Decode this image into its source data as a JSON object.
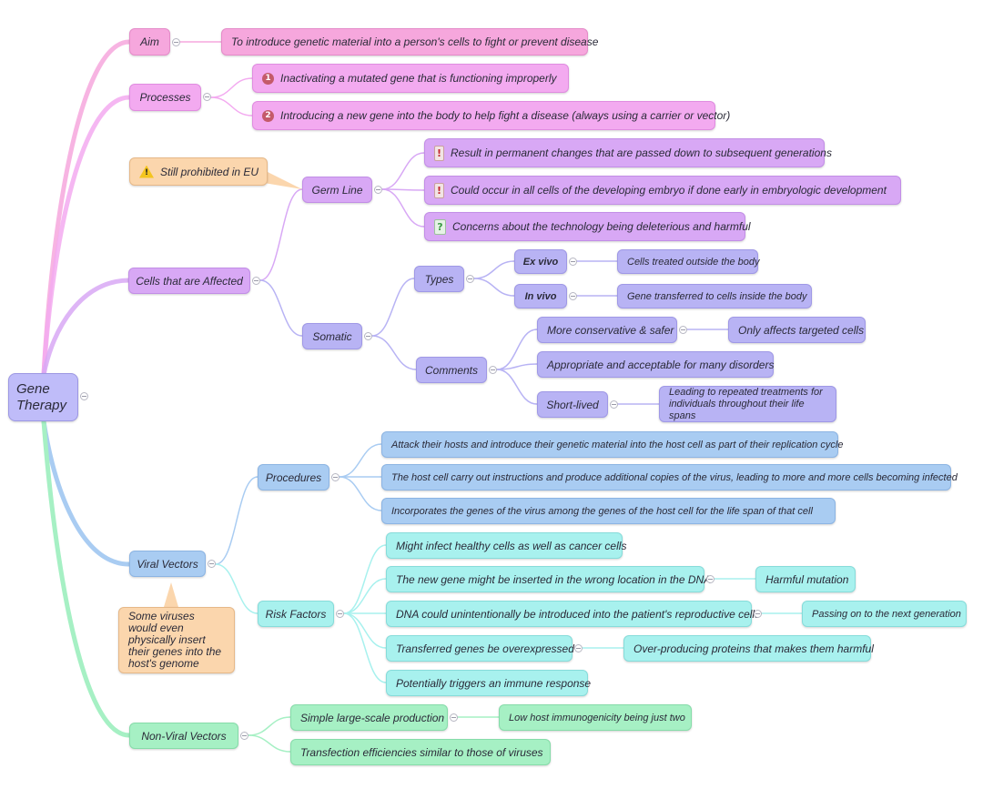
{
  "colors": {
    "pink": "#f6a7dd",
    "magenta": "#f3aaf0",
    "violet": "#d8a8f5",
    "indigo": "#b8b3f4",
    "blue": "#a9ccf2",
    "cyan": "#a8f1ee",
    "green": "#a6f0c4",
    "orange": "#fbd6ad"
  },
  "central": "Gene Therapy",
  "aim": {
    "label": "Aim",
    "text": "To introduce genetic material into a person's cells to fight or prevent disease"
  },
  "processes": {
    "label": "Processes",
    "items": [
      {
        "marker": "1",
        "text": "Inactivating a mutated gene that is functioning improperly"
      },
      {
        "marker": "2",
        "text": "Introducing a new gene into the body to help fight a disease (always using a carrier or vector)"
      }
    ]
  },
  "cells": {
    "label": "Cells that are Affected",
    "germ_line": {
      "label": "Germ Line",
      "warning_icon": "warning-icon",
      "warning": "Still prohibited in EU",
      "notes": [
        {
          "icon": "exclamation-icon",
          "text": "Result in permanent changes that are passed down to subsequent generations"
        },
        {
          "icon": "exclamation-icon",
          "text": "Could occur in all cells of the developing embryo if done early in embryologic development"
        },
        {
          "icon": "question-icon",
          "text": "Concerns about the technology being deleterious and harmful"
        }
      ]
    },
    "somatic": {
      "label": "Somatic",
      "types": {
        "label": "Types",
        "ex_vivo": {
          "label": "Ex vivo",
          "detail": "Cells treated outside the body"
        },
        "in_vivo": {
          "label": "In vivo",
          "detail": "Gene transferred to cells inside the body"
        }
      },
      "comments": {
        "label": "Comments",
        "conservative": {
          "label": "More conservative & safer",
          "detail": "Only affects targeted cells"
        },
        "appropriate": "Appropriate and acceptable for many disorders",
        "short_lived": {
          "label": "Short-lived",
          "detail": "Leading to repeated treatments for individuals throughout their life spans"
        }
      }
    }
  },
  "viral": {
    "label": "Viral Vectors",
    "note": "Some viruses would even physically insert their genes into the host's genome",
    "procedures": {
      "label": "Procedures",
      "items": [
        "Attack their hosts and introduce their genetic material into the host cell as part of their replication cycle",
        "The host cell carry out instructions and produce additional copies of the virus, leading to more and more cells becoming infected",
        "Incorporates the genes of the virus among the genes of the host cell for the life span of that cell"
      ]
    },
    "risks": {
      "label": "Risk Factors",
      "items": [
        {
          "text": "Might infect healthy cells as well as cancer cells"
        },
        {
          "text": "The new gene might be inserted in the wrong location in the DNA",
          "detail": "Harmful mutation"
        },
        {
          "text": "DNA could unintentionally be introduced into the patient's reproductive cells",
          "detail": "Passing on to the next generation"
        },
        {
          "text": "Transferred genes be overexpressed",
          "detail": "Over-producing proteins that makes them harmful"
        },
        {
          "text": "Potentially triggers an immune response"
        }
      ]
    }
  },
  "nonviral": {
    "label": "Non-Viral Vectors",
    "items": [
      {
        "text": "Simple large-scale production",
        "detail": "Low host immunogenicity being just two"
      },
      {
        "text": "Transfection efficiencies similar to those of viruses"
      }
    ]
  }
}
